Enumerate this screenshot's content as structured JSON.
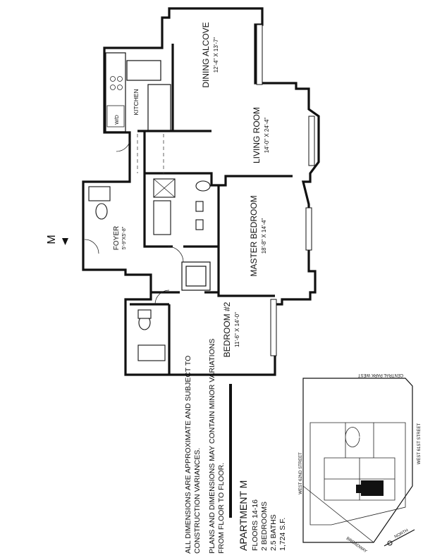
{
  "orientation_marker": "M",
  "rooms": {
    "dining_alcove": {
      "name": "DINING ALCOVE",
      "dims": "12'-4\" X 13'-7\""
    },
    "living_room": {
      "name": "LIVING ROOM",
      "dims": "14'-0\" X 24'-4\""
    },
    "master_bedroom": {
      "name": "MASTER BEDROOM",
      "dims": "18'-8\" X 14'-4\""
    },
    "bedroom2": {
      "name": "BEDROOM #2",
      "dims": "11'-6\" X 14'-0\""
    },
    "foyer": {
      "name": "FOYER",
      "dims": "5'-9\"X5'-8\""
    },
    "kitchen": {
      "name": "KITCHEN"
    },
    "wd": {
      "name": "W/D"
    }
  },
  "notes": {
    "line1": "ALL DIMENSIONS ARE APPROXIMATE AND SUBJECT TO",
    "line2": "CONSTRUCTION VARIANCES.",
    "line3": "PLANS AND DIMENSIONS MAY CONTAIN MINOR VARIATIONS",
    "line4": "FROM FLOOR TO FLOOR."
  },
  "apartment": {
    "title": "APARTMENT M",
    "floors": "FLOORS 14-16",
    "bedrooms": "2 BEDROOMS",
    "baths": "2.5 BATHS",
    "area": "1,724 S.F."
  },
  "key_plan": {
    "central_park_west": "CENTRAL PARK WEST",
    "west_62nd": "WEST 62ND STREET",
    "west_61st": "WEST 61ST STREET",
    "broadway": "BROADWAY",
    "north": "NORTH"
  },
  "colors": {
    "ink": "#111111",
    "paper": "#ffffff",
    "highlight": "#111111"
  }
}
